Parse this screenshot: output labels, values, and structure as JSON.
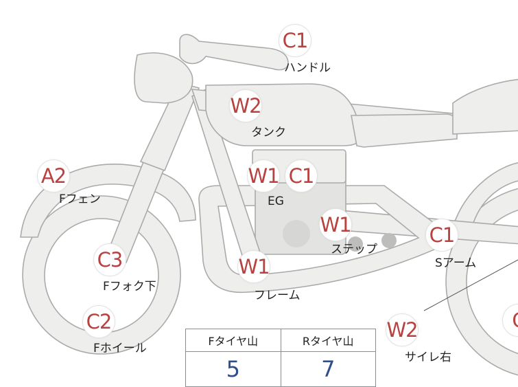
{
  "badges": [
    {
      "id": "handle",
      "code": "C1",
      "label": "ハンドル"
    },
    {
      "id": "tank",
      "code": "W2",
      "label": "タンク"
    },
    {
      "id": "f-fender",
      "code": "A2",
      "label": "Fフェン"
    },
    {
      "id": "eg-w",
      "code": "W1",
      "label": ""
    },
    {
      "id": "eg-c",
      "code": "C1",
      "label": "EG"
    },
    {
      "id": "step",
      "code": "W1",
      "label": "ステップ"
    },
    {
      "id": "s-arm",
      "code": "C1",
      "label": "Sアーム"
    },
    {
      "id": "f-fork",
      "code": "C3",
      "label": "Fフォク下"
    },
    {
      "id": "frame",
      "code": "W1",
      "label": "フレーム"
    },
    {
      "id": "f-wheel",
      "code": "C2",
      "label": "Fホイール"
    },
    {
      "id": "silencer",
      "code": "W2",
      "label": "サイレ右"
    },
    {
      "id": "edge",
      "code": "C",
      "label": ""
    }
  ],
  "tire_table": {
    "headers": [
      "Fタイヤ山",
      "Rタイヤ山"
    ],
    "values": [
      "5",
      "7"
    ]
  },
  "colors": {
    "badge_text": "#b8423f",
    "table_value": "#2f4f8c",
    "part_fill": "#eeeeec",
    "part_stroke": "#a9abaa"
  }
}
